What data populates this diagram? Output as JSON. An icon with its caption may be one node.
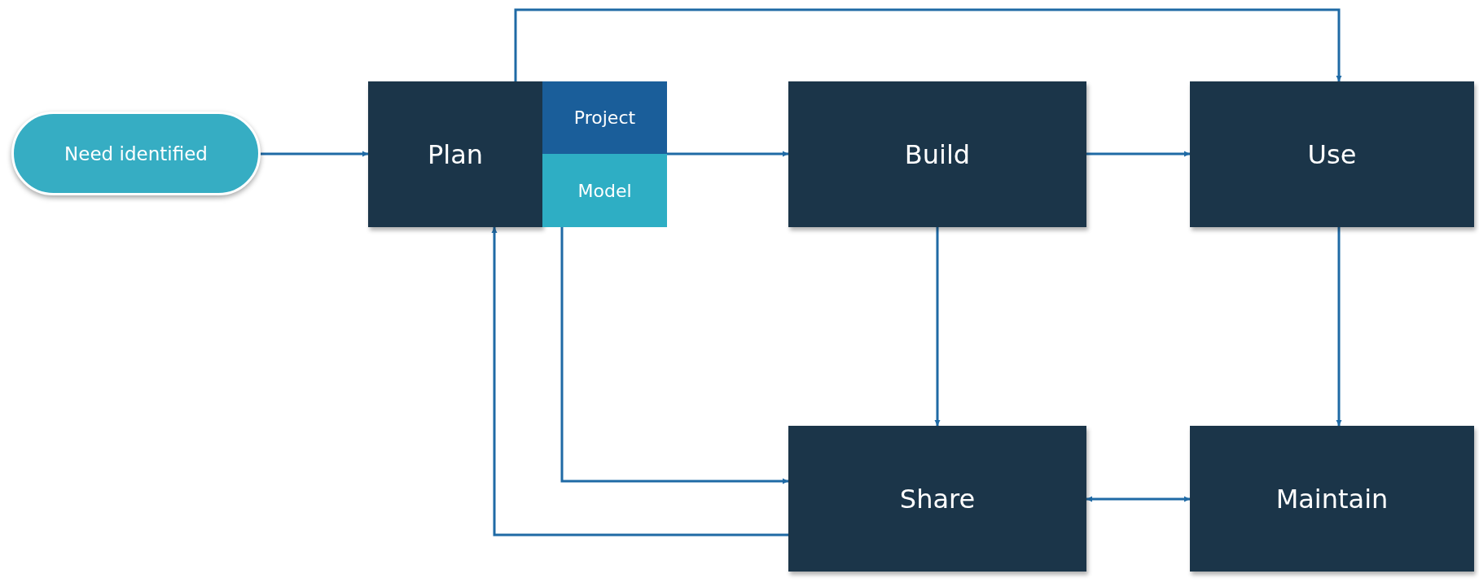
{
  "diagram": {
    "nodes": [
      {
        "text": [
          "Need identified"
        ]
      },
      {
        "text": [
          "Plan"
        ]
      },
      {
        "text": [
          "Project"
        ]
      },
      {
        "text": [
          "Model"
        ]
      },
      {
        "text": [
          "Build"
        ]
      },
      {
        "text": [
          "Use"
        ]
      },
      {
        "text": [
          "Share"
        ]
      },
      {
        "text": [
          "Maintain"
        ]
      }
    ],
    "edges": [
      {
        "from": 0,
        "to": 1,
        "arrow": "to"
      },
      {
        "from": 1,
        "to": 5,
        "arrow": "to"
      },
      {
        "from": 3,
        "to": 4,
        "arrow": "to"
      },
      {
        "from": 4,
        "to": 5,
        "arrow": "to"
      },
      {
        "from": 4,
        "to": 6,
        "arrow": "to"
      },
      {
        "from": 5,
        "to": 7,
        "arrow": "to"
      },
      {
        "from": 3,
        "to": 6,
        "arrow": "to"
      },
      {
        "from": 6,
        "to": 1,
        "arrow": "to"
      },
      {
        "from": 6,
        "to": 7,
        "arrow": "both"
      }
    ]
  }
}
